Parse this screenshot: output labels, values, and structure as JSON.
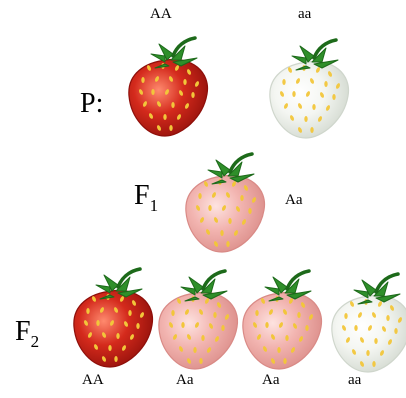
{
  "colors": {
    "red": "#d42a1c",
    "red_dark": "#8e0f0a",
    "pink": "#f2b4b0",
    "pink_dark": "#d98a86",
    "white": "#f4f6f2",
    "white_dark": "#cfd6cc",
    "seed": "#f2c63a",
    "leaf": "#2f8f2a",
    "leaf_dark": "#1d6a1a"
  },
  "parents": {
    "label": "P:",
    "left": {
      "genotype": "AA",
      "phenotype": "red",
      "icon": "red-strawberry-icon"
    },
    "right": {
      "genotype": "aa",
      "phenotype": "white",
      "icon": "white-strawberry-icon"
    }
  },
  "f1": {
    "label_main": "F",
    "label_sub": "1",
    "genotype": "Aa",
    "phenotype": "pink",
    "icon": "pink-strawberry-icon"
  },
  "f2": {
    "label_main": "F",
    "label_sub": "2",
    "offspring": [
      {
        "genotype": "AA",
        "phenotype": "red",
        "icon": "red-strawberry-icon"
      },
      {
        "genotype": "Aa",
        "phenotype": "pink",
        "icon": "pink-strawberry-icon"
      },
      {
        "genotype": "Aa",
        "phenotype": "pink",
        "icon": "pink-strawberry-icon"
      },
      {
        "genotype": "aa",
        "phenotype": "white",
        "icon": "white-strawberry-icon"
      }
    ]
  }
}
